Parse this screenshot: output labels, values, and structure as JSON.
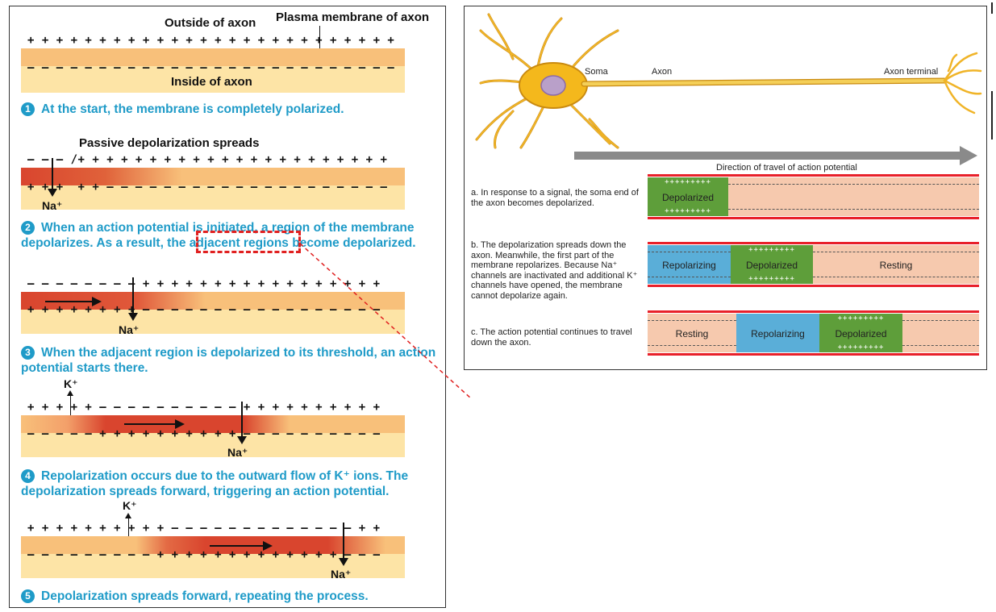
{
  "left": {
    "outside_label": "Outside of axon",
    "membrane_label": "Plasma membrane of axon",
    "inside_label": "Inside of axon",
    "passive_label": "Passive depolarization spreads",
    "na_label": "Na⁺",
    "k_label": "K⁺",
    "steps": [
      {
        "num": "1",
        "text": "At the start, the membrane is completely polarized."
      },
      {
        "num": "2",
        "text": "When an action potential is initiated, a region of the membrane depolarizes. As a result, the adjacent regions become depolarized."
      },
      {
        "num": "3",
        "text": "When the adjacent region is depolarized to its threshold, an action potential starts there."
      },
      {
        "num": "4",
        "text": "Repolarization occurs due to the outward flow of K⁺ ions. The depolarization spreads forward, triggering an action potential."
      },
      {
        "num": "5",
        "text": "Depolarization spreads forward, repeating the process."
      }
    ]
  },
  "right": {
    "soma_label": "Soma",
    "axon_label": "Axon",
    "terminal_label": "Axon terminal",
    "direction_label": "Direction of travel of action potential",
    "captions": {
      "a": "a. In response to a signal, the soma end of the axon becomes depolarized.",
      "b": "b. The depolarization spreads down the axon. Meanwhile, the first part of the membrane repolarizes. Because Na⁺ channels are inactivated and additional K⁺ channels have opened, the membrane cannot depolarize again.",
      "c": "c. The action potential continues to travel down the axon."
    },
    "segments": {
      "depolarized": "Depolarized",
      "repolarizing": "Repolarizing",
      "resting": "Resting"
    },
    "colors": {
      "depolarized": "#5e9e3a",
      "repolarizing": "#5aaed8",
      "resting": "#f6c9ae",
      "membrane": "#e8202a"
    }
  }
}
